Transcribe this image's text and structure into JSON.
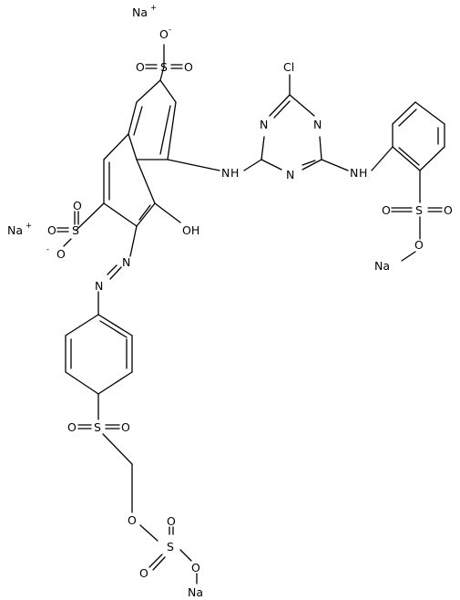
{
  "labels": {
    "cl": "Cl",
    "n": "N",
    "nh": "NH",
    "h": "H",
    "oh": "OH",
    "o": "O",
    "s": "S",
    "na": "Na",
    "na_ion": "Na",
    "plus": "+",
    "minus": "-"
  }
}
